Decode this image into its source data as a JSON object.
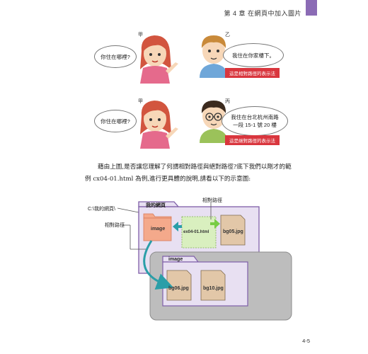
{
  "header": {
    "chapter": "第 4 章  在網頁中加入圖片",
    "tab_color": "#8b6bb5"
  },
  "dialog1": {
    "speaker_left": "甲",
    "speaker_right": "乙",
    "question": "你住在哪裡?",
    "answer": "我住在你家樓下。",
    "note": "這是相對路徑的表示法"
  },
  "dialog2": {
    "speaker_left": "甲",
    "speaker_right": "丙",
    "question": "你住在哪裡?",
    "answer_line1": "我住在台北杭州南路",
    "answer_line2": "一段 15-1 號 20 樓",
    "note": "這是絕對路徑的表示法"
  },
  "paragraph": {
    "line1": "藉由上圖,是否讓您理解了何謂相對路徑與絕對路徑?底下我們以剛才的範",
    "line2": "例 cx04-01.html 為例,進行更具體的說明,請看以下的示意圖:"
  },
  "diagram": {
    "path_label": "C:\\我的網頁\\",
    "relative_path_left": "相對路徑",
    "relative_path_top": "相對路徑",
    "main_folder": "我的網頁",
    "image_folder_icon": "image",
    "html_file": "ex04-01.html",
    "file_bg05": "bg05.jpg",
    "sub_folder": "image",
    "file_bg06": "bg06.jpg",
    "file_bg10": "bg10.jpg"
  },
  "footer": {
    "page_number": "4-5"
  }
}
